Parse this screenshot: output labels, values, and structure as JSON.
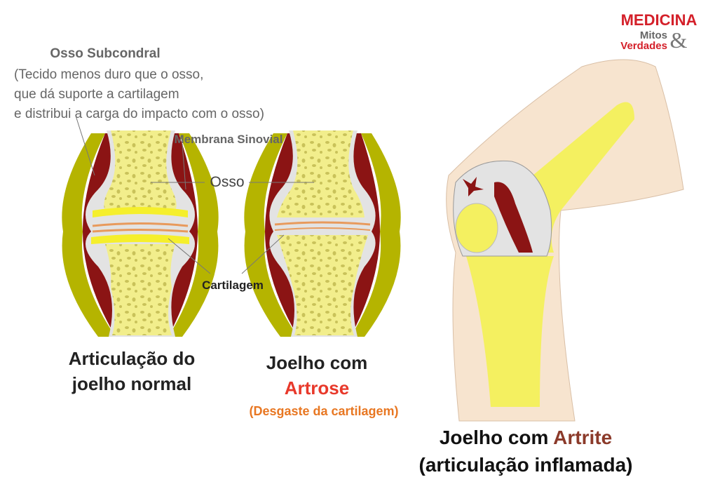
{
  "logo": {
    "line1": "MEDICINA",
    "line2": "Mitos",
    "line3": "Verdades",
    "amp": "&"
  },
  "subchondral": {
    "title": "Osso Subcondral",
    "lines": [
      "(Tecido menos duro que o osso,",
      " que dá suporte a cartilagem",
      "e distribui a carga do impacto com o osso)"
    ]
  },
  "labels": {
    "synovial": "Membrana Sinovial",
    "bone": "Osso",
    "cartilage": "Cartilagem"
  },
  "normal": {
    "line1": "Articulação do",
    "line2": "joelho normal"
  },
  "arthrosis": {
    "line1": "Joelho com",
    "line2": "Artrose",
    "line3": "(Desgaste da cartilagem)"
  },
  "arthritis": {
    "prefix": "Joelho com ",
    "highlight": "Artrite",
    "line2": "(articulação inflamada)"
  },
  "colors": {
    "logo_red": "#d4202a",
    "bone": "#f2ee8c",
    "capsule": "#b5b400",
    "synovial": "#8b1414",
    "accent_red": "#e8392b",
    "accent_orange": "#e87722",
    "skin": "#f7e4cf"
  }
}
